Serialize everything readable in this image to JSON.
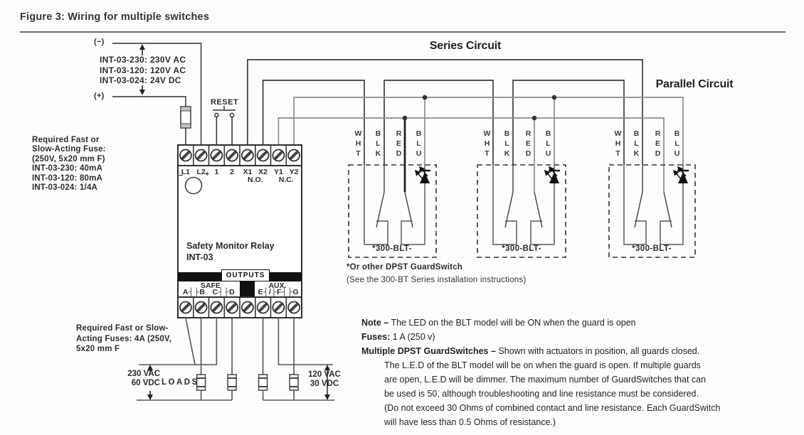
{
  "figure_title": "Figure 3: Wiring for multiple switches",
  "power": {
    "neg_label": "(−)",
    "pos_label": "(+)",
    "supply_options": [
      "INT-03-230: 230V AC",
      "INT-03-120: 120V AC",
      "INT-03-024:  24V DC"
    ],
    "fuse_note": [
      "Required Fast or",
      "Slow-Acting Fuse:",
      "(250V, 5x20 mm F)",
      "INT-03-230: 40mA",
      "INT-03-120: 80mA",
      "INT-03-024: 1/4A"
    ]
  },
  "relay": {
    "reset_label": "RESET",
    "top_terminals": [
      "L1",
      "L2",
      "1",
      "2",
      "X1",
      "X2",
      "Y1",
      "Y2"
    ],
    "minus": "−",
    "plus": "+",
    "no_label": "N.O.",
    "nc_label": "N.C.",
    "name": [
      "Safety Monitor Relay",
      "INT-03"
    ],
    "outputs_label": "OUTPUTS",
    "safe_label": "SAFE",
    "safe_contacts": "A┤├B   C┤├D",
    "aux_label": "AUX.",
    "aux_contacts": "E┤/├F┤├G"
  },
  "circuit_labels": {
    "series": "Series Circuit",
    "parallel": "Parallel Circuit"
  },
  "guard_switches": {
    "wire_colors": [
      "WHT",
      "BLK",
      "RED",
      "BLU"
    ],
    "module_label": "*300-BLT-",
    "footnote1": "*Or other DPST GuardSwitch",
    "footnote2": "(See the 300-BT Series installation instructions)"
  },
  "load_section": {
    "fuse_note": [
      "Required Fast or Slow-",
      "Acting Fuses: 4A (250V,",
      "5x20 mm F"
    ],
    "left_voltage": [
      "230 VAC",
      "60 VDC"
    ],
    "loads_label": "LOADS",
    "right_voltage": [
      "120 VAC",
      "30 VDC"
    ]
  },
  "notes": {
    "note_bold": "Note –",
    "note_rest": " The LED on the BLT model will be ON when the guard is open",
    "fuses_bold": "Fuses:",
    "fuses_rest": " 1 A (250 v)",
    "multi_bold": "Multiple DPST GuardSwitches –",
    "multi_rest": "  Shown with actuators in position, all guards closed.",
    "continuation": [
      "The L.E.D of the BLT model will be on when the guard is open. If multiple guards",
      "are open, L.E.D will be dimmer. The maximum number of GuardSwitches that can",
      "be used is 50, although troubleshooting and line resistance must be considered.",
      "(Do not exceed 30 Ohms of combined contact and line resistance. Each GuardSwitch",
      "will have less than 0.5 Ohms of resistance.)"
    ]
  }
}
